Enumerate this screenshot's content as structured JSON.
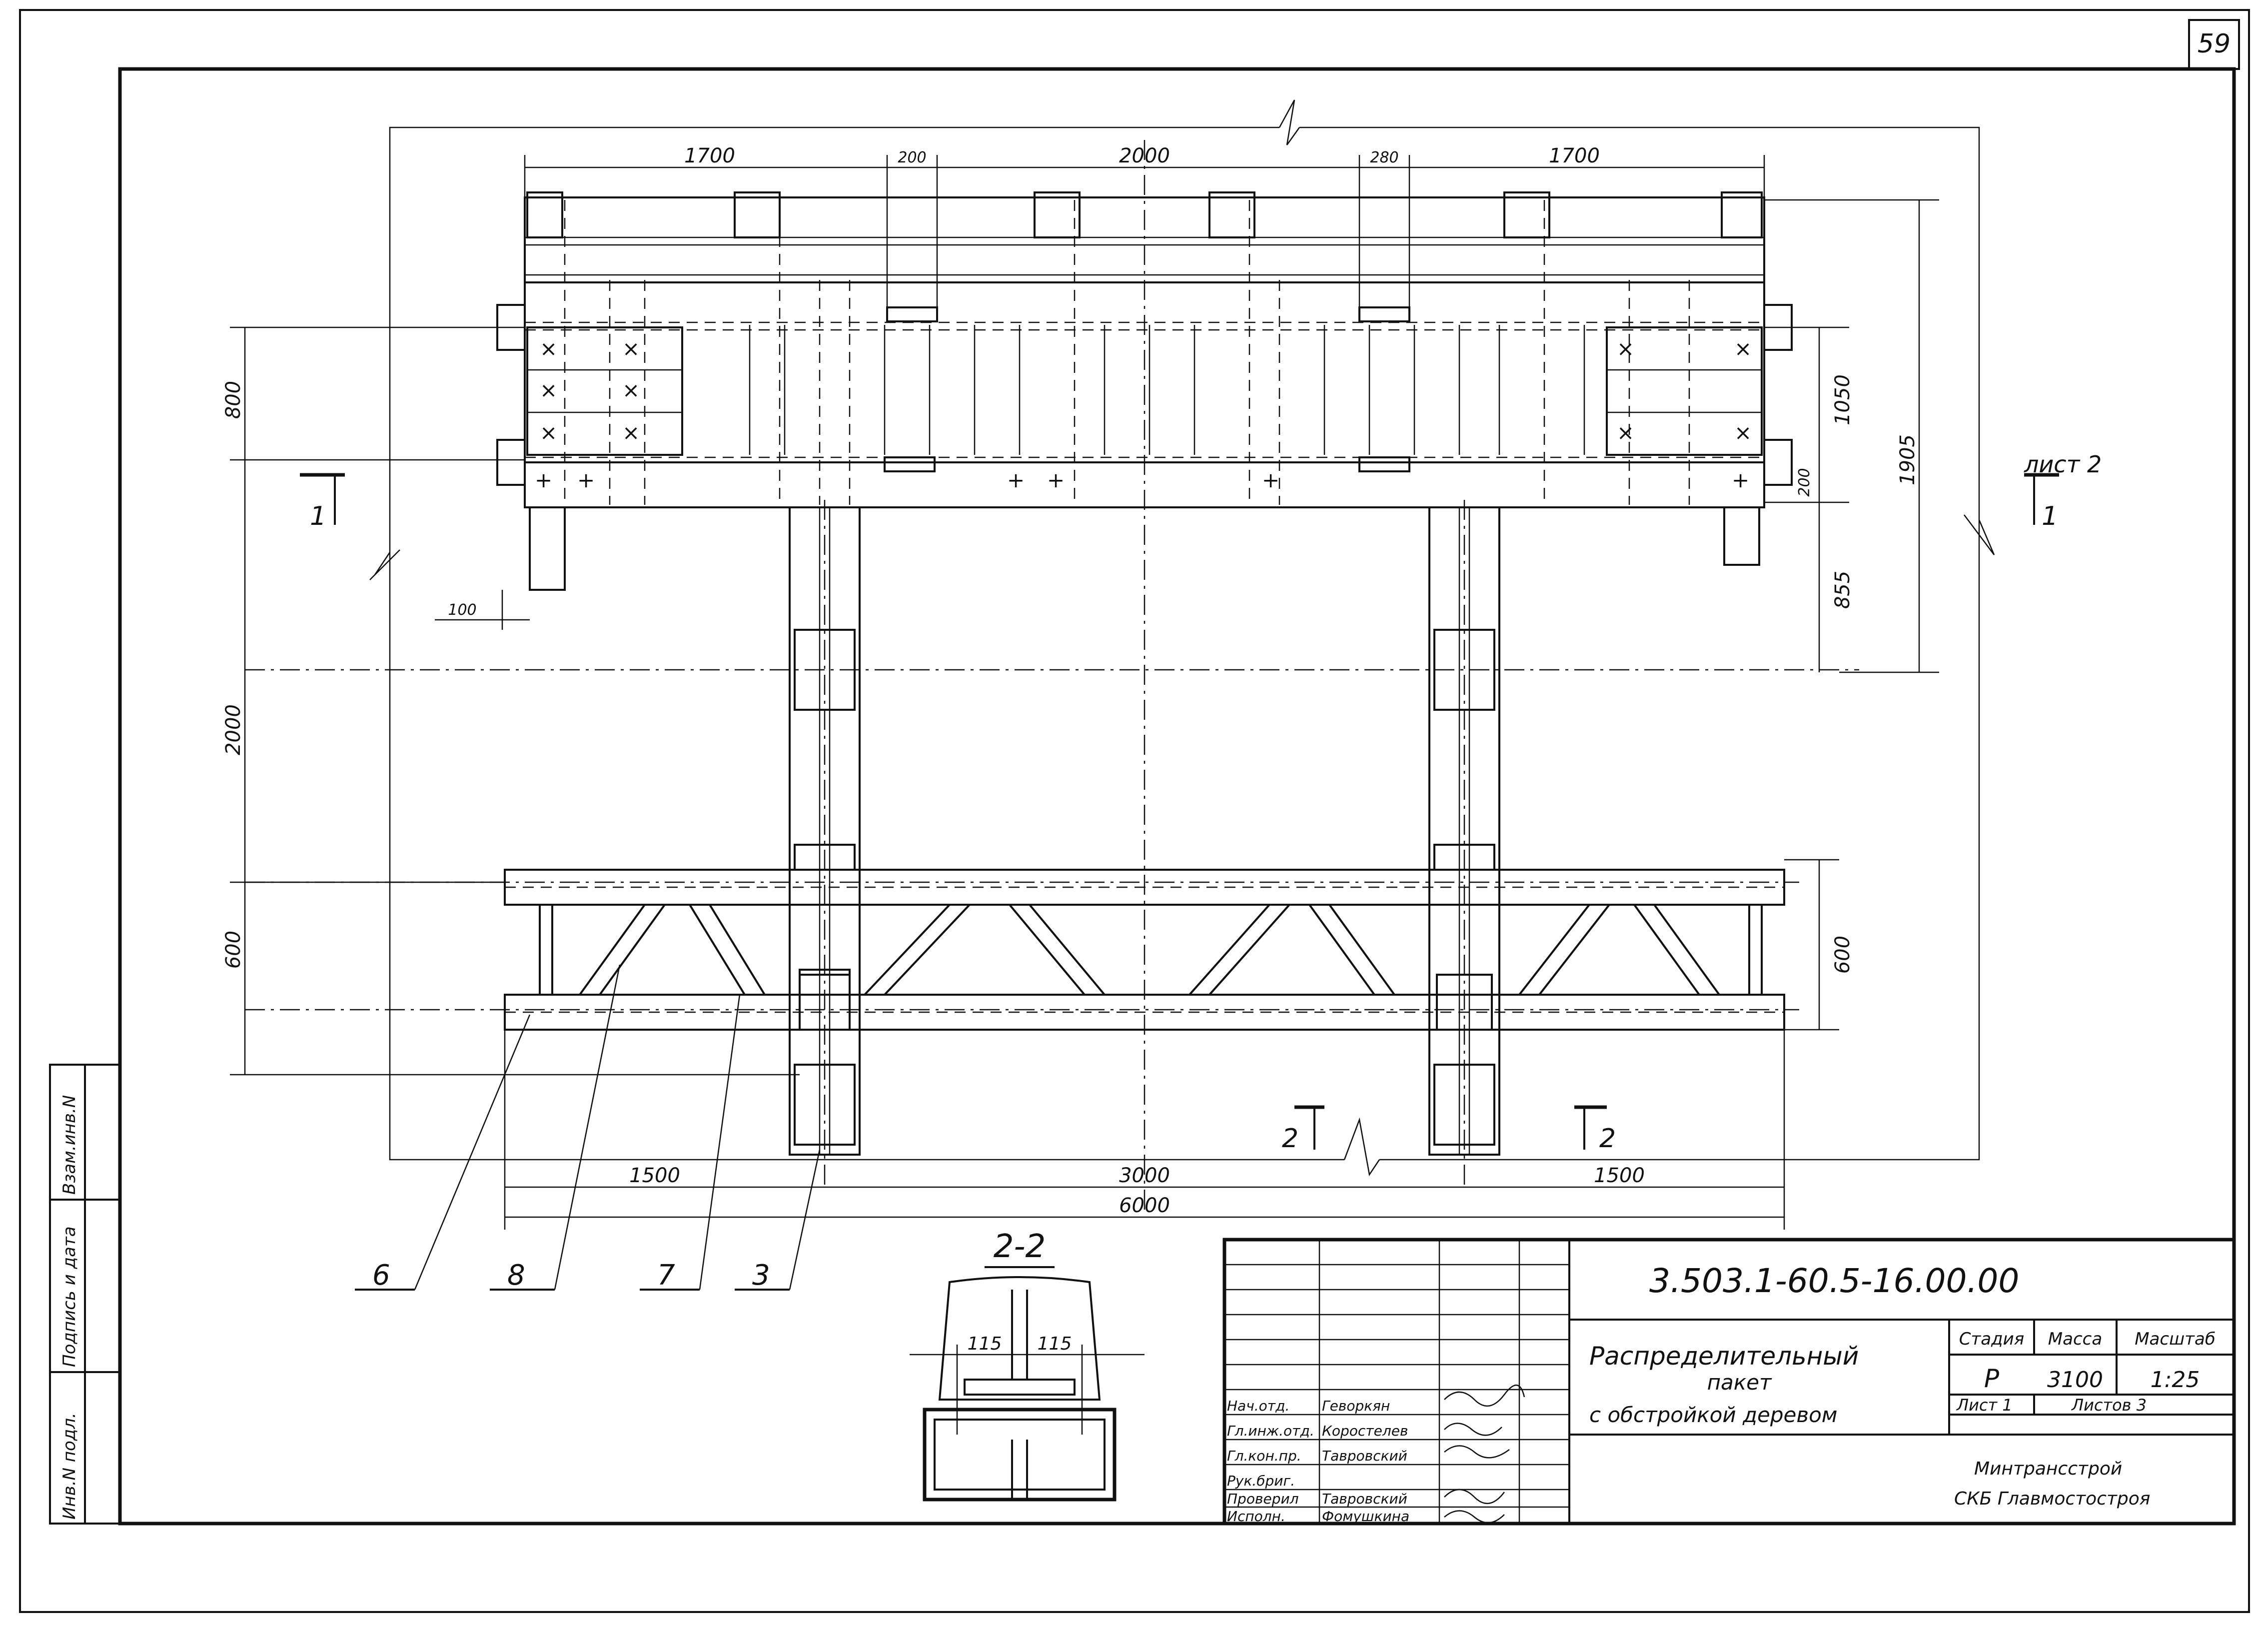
{
  "sheet": {
    "page_number": "59"
  },
  "side_stamp": {
    "inv_no": "Инв.N подл.",
    "sign_date": "Подпись и дата",
    "replace_inv": "Взам.инв.N"
  },
  "dimensions": {
    "top": [
      "1700",
      "200",
      "2000",
      "280",
      "1700"
    ],
    "left": [
      "800",
      "2000",
      "600"
    ],
    "left_small": "100",
    "right": [
      "1050",
      "200",
      "855",
      "1905",
      "600"
    ],
    "bottom": [
      "1500",
      "3000",
      "1500"
    ],
    "bottom_total": "6000",
    "section_2_2": [
      "115",
      "115"
    ]
  },
  "section_marks": {
    "left": "1",
    "right": "1",
    "right_ref": "лист 2",
    "bottom_left": "2",
    "bottom_right": "2",
    "section_view_title": "2-2"
  },
  "callouts": [
    "6",
    "8",
    "7",
    "3"
  ],
  "title_block": {
    "doc_code": "3.503.1-60.5-16.00.00",
    "title_line1": "Распределительный",
    "title_line2": "пакет",
    "title_line3": "с обстройкой деревом",
    "col_stage": "Стадия",
    "col_mass": "Масса",
    "col_scale": "Масштаб",
    "stage": "Р",
    "mass": "3100",
    "scale": "1:25",
    "sheet": "Лист 1",
    "sheets": "Листов 3",
    "org1": "Минтрансстрой",
    "org2": "СКБ Главмостостроя",
    "roles": [
      {
        "role": "Нач.отд.",
        "name": "Геворкян"
      },
      {
        "role": "Гл.инж.отд.",
        "name": "Коростелев"
      },
      {
        "role": "Гл.кон.пр.",
        "name": "Тавровский"
      },
      {
        "role": "Рук.бриг.",
        "name": ""
      },
      {
        "role": "Проверил",
        "name": "Тавровский"
      },
      {
        "role": "Исполн.",
        "name": "Фомушкина"
      }
    ]
  }
}
